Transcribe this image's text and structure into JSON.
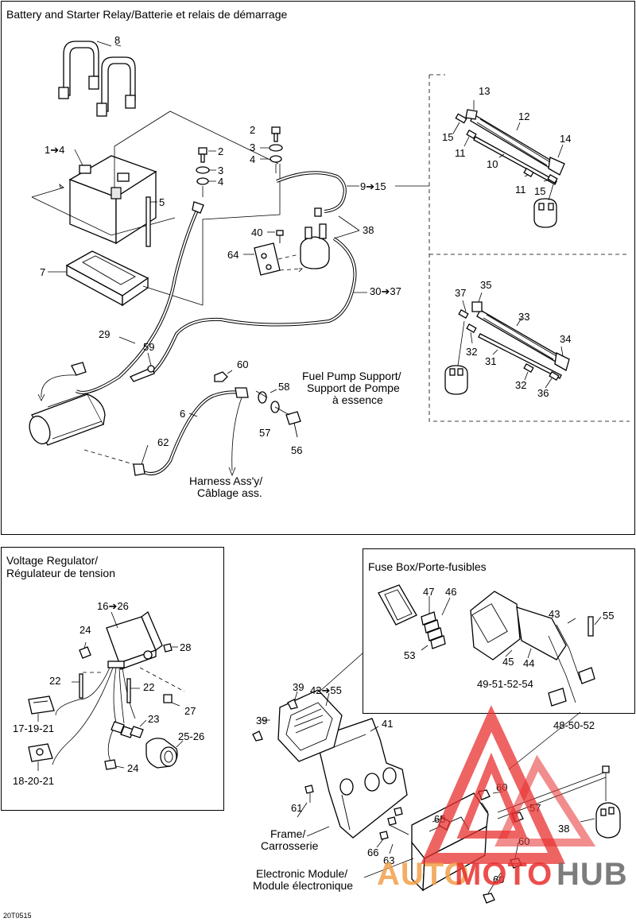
{
  "sections": {
    "battery": {
      "title": "Battery and Starter Relay/Batterie et relais de démarrage"
    },
    "regulator": {
      "title_line1": "Voltage Regulator/",
      "title_line2": "Régulateur de tension"
    },
    "fuse_box": {
      "title": "Fuse Box/Porte-fusibles"
    }
  },
  "notes": {
    "fuel_pump_1": "Fuel Pump Support/",
    "fuel_pump_2": "Support de Pompe",
    "fuel_pump_3": "à essence",
    "harness_1": "Harness Ass'y/",
    "harness_2": "Câblage ass.",
    "frame_1": "Frame/",
    "frame_2": "Carrosserie",
    "module_1": "Electronic Module/",
    "module_2": "Module électronique"
  },
  "callouts": {
    "c8": "8",
    "c1_4": "1➔4",
    "c5": "5",
    "c7": "7",
    "c2a": "2",
    "c3a": "3",
    "c4a": "4",
    "c2b": "2",
    "c3b": "3",
    "c4b": "4",
    "c9_15": "9➔15",
    "c13": "13",
    "c12": "12",
    "c14": "14",
    "c15a": "15",
    "c11a": "11",
    "c10": "10",
    "c11b": "11",
    "c15b": "15",
    "c40": "40",
    "c38a": "38",
    "c64": "64",
    "c30_37": "30➔37",
    "c35": "35",
    "c37": "37",
    "c33": "33",
    "c34": "34",
    "c32a": "32",
    "c31": "31",
    "c32b": "32",
    "c36": "36",
    "c29": "29",
    "c59": "59",
    "c60a": "60",
    "c58": "58",
    "c6": "6",
    "c57a": "57",
    "c56": "56",
    "c62": "62",
    "c16_26": "16➔26",
    "c24a": "24",
    "c28": "28",
    "c22a": "22",
    "c22b": "22",
    "c27": "27",
    "c17_19_21": "17-19-21",
    "c23": "23",
    "c25_26": "25-26",
    "c24b": "24",
    "c18_20_21": "18-20-21",
    "c47": "47",
    "c46": "46",
    "c43": "43",
    "c55a": "55",
    "c53": "53",
    "c45": "45",
    "c44": "44",
    "c49_51_52_54": "49-51-52-54",
    "c48_50_52": "48-50-52",
    "c39a": "39",
    "c42_55": "42➔55",
    "c39b": "39",
    "c41": "41",
    "c65": "65",
    "c60b": "60",
    "c57b": "57",
    "c38b": "38",
    "c61": "61",
    "c66": "66",
    "c63": "63",
    "c60c": "60",
    "c60d": "60"
  },
  "footer": {
    "code": "20T0515"
  },
  "watermark": {
    "text1": "AUTO",
    "text2": "MOTO",
    "text3": "HUB",
    "color_red": "#e8302f",
    "color_grey": "#6e6e6e",
    "color_orange": "#f2a14a"
  }
}
